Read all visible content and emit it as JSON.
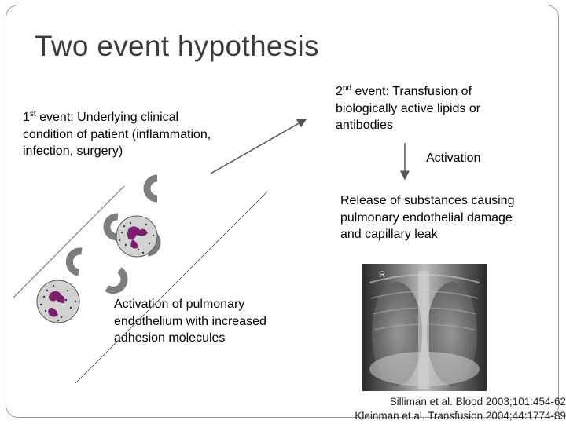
{
  "slide": {
    "title": "Two event hypothesis",
    "first_event": {
      "ordinal": "1",
      "sup": "st",
      "text": " event: Underlying clinical condition of patient (inflammation, infection, surgery)"
    },
    "second_event": {
      "ordinal": "2",
      "sup": "nd",
      "text": " event: Transfusion of biologically active lipids or antibodies"
    },
    "activation_label": "Activation",
    "release_text": "Release of substances causing pulmonary endothelial damage and capillary leak",
    "pulmonary_text": "Activation of pulmonary endothelium with increased adhesion molecules",
    "xray_marker": "R",
    "citations": [
      "Silliman et al. Blood 2003;101:454-62",
      "Kleinman et al. Transfusion 2004;44:1774-89"
    ]
  },
  "colors": {
    "title": "#3b3b3b",
    "arrow": "#555555",
    "neutrophil_nucleus": "#7a1e6e",
    "cell_fill": "#cfcfcf",
    "adhesion_molecule": "#7d7d7d"
  }
}
